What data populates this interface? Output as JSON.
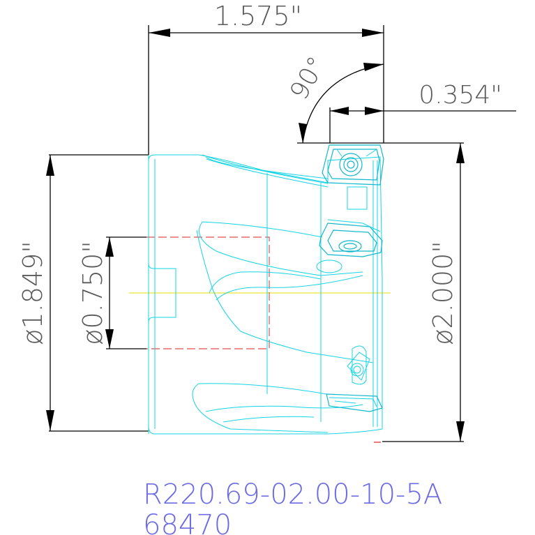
{
  "drawing": {
    "dimensions": {
      "overall_length": "1.575\"",
      "angle": "90°",
      "depth": "0.354\"",
      "shank_diameter": "ø1.849\"",
      "bore_diameter": "ø0.750\"",
      "cutting_diameter": "ø2.000\""
    },
    "caption": {
      "part_number": "R220.69-02.00-10-5A",
      "item_number": "68470"
    },
    "colors": {
      "tool_outline": "#14d4e6",
      "bore_dashed": "#e84c4c",
      "centerline": "#e6e62e",
      "dimension_lines": "#000000",
      "caption_text": "#6b6be8"
    }
  }
}
